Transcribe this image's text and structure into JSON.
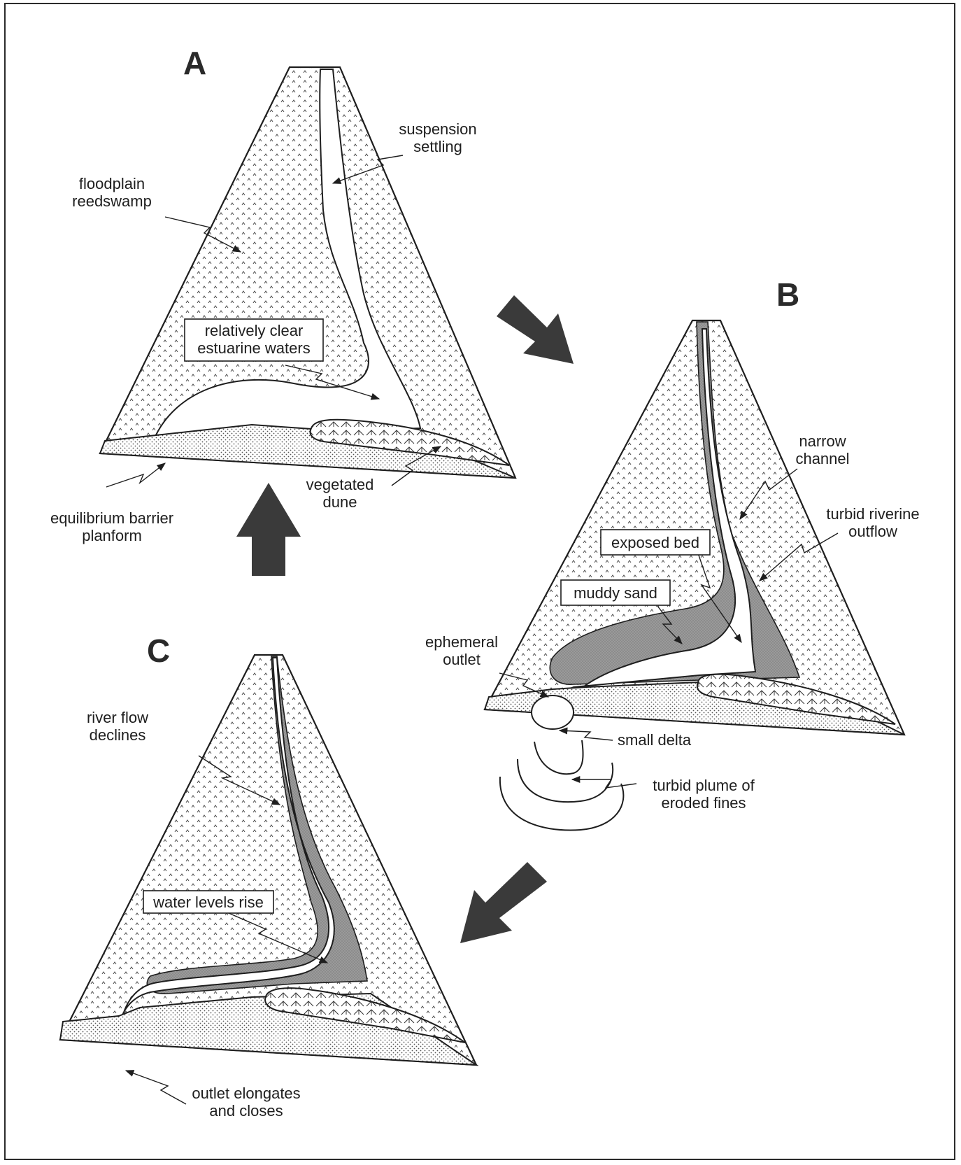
{
  "panels": {
    "a": "A",
    "b": "B",
    "c": "C"
  },
  "labels": {
    "suspension": [
      "suspension",
      "settling"
    ],
    "floodplain": [
      "floodplain",
      "reedswamp"
    ],
    "clear_waters": [
      "relatively clear",
      "estuarine waters"
    ],
    "equilibrium": [
      "equilibrium barrier",
      "planform"
    ],
    "vegetated_dune": [
      "vegetated",
      "dune"
    ],
    "narrow_channel": [
      "narrow",
      "channel"
    ],
    "turbid_outflow": [
      "turbid riverine",
      "outflow"
    ],
    "exposed_bed": "exposed bed",
    "muddy_sand": "muddy sand",
    "ephemeral_outlet": [
      "ephemeral",
      "outlet"
    ],
    "small_delta": "small delta",
    "turbid_plume": [
      "turbid plume of",
      "eroded fines"
    ],
    "river_flow": [
      "river flow",
      "declines"
    ],
    "water_levels": "water levels rise",
    "outlet_closes": [
      "outlet elongates",
      "and closes"
    ]
  },
  "colors": {
    "line": "#1e1e1e",
    "arrow": "#3a3a3a",
    "exposed_bed": "#9a9a9a"
  }
}
